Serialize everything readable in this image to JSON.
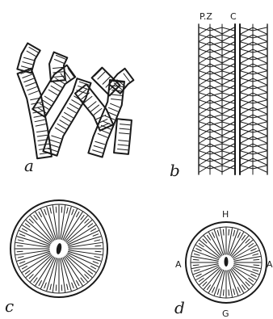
{
  "figure": {
    "panels": [
      {
        "id": "a",
        "label": "a"
      },
      {
        "id": "b",
        "label": "b",
        "annotations": [
          "P.Z",
          "C"
        ]
      },
      {
        "id": "c",
        "label": "c"
      },
      {
        "id": "d",
        "label": "d",
        "annotations": [
          "H",
          "A",
          "A",
          "G"
        ]
      }
    ]
  }
}
